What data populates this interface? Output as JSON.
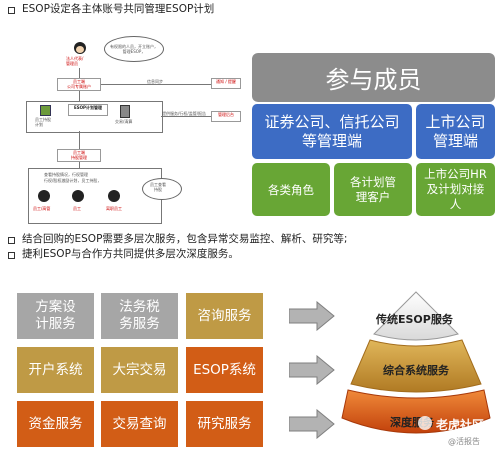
{
  "header": {
    "title": "ESOP设定各主体账号共同管理ESOP计划"
  },
  "flow": {
    "speech1": "有权限的人员，开立账户，管理ESOP，",
    "role_top": "法人代表/\n管理员",
    "box_company": "员工端\n公司专属账户",
    "box_mgmt": "ESOP计划管理",
    "box_service": "服务 / 后台管理",
    "label_sync": "信息同步",
    "label_notify": "通知 / 提醒",
    "label_admin": "管理后台",
    "box_plan": "ESOP计划\n管理端",
    "label_doc": "员工持股\n计划",
    "label_trade": "交易/清算",
    "box_service2": "提供服务/行权/监管/报告",
    "box_support": "管理系统",
    "box_esop": "员工端\n持股管理",
    "item_1": "查看持股情况，行权管理",
    "item_2": "行权/股权激励计划，员工持股，",
    "speech2": "员工查看\n持股",
    "p1": "员工/高管",
    "p2": "员工",
    "p3": "离职员工"
  },
  "participants": {
    "title": "参与成员",
    "left_header": "证券公司、信托公司等管理端",
    "right_header": "上市公司管理端",
    "left_sub1": "各类角色",
    "left_sub2": "各计划管理客户",
    "right_sub": "上市公司HR及计划对接人"
  },
  "bullets": [
    "结合回购的ESOP需要多层次服务，包含异常交易监控、解析、研究等;",
    "捷利ESOP与合作方共同提供多层次深度服务。"
  ],
  "services": {
    "row1": [
      "方案设计服务",
      "法务税务服务",
      "咨询服务"
    ],
    "row2": [
      "开户系统",
      "大宗交易",
      "ESOP系统"
    ],
    "row3": [
      "资金服务",
      "交易查询",
      "研究服务"
    ]
  },
  "pyramid": {
    "top": "传统ESOP服务",
    "middle": "综合系统服务",
    "bottom": "深度服务"
  },
  "watermark": {
    "text1": "老虎社区",
    "text2": "@活报告"
  },
  "colors": {
    "gray": "#a6a6a6",
    "tan": "#bf9a45",
    "orange": "#d25d16",
    "blue": "#3d6cc4",
    "green": "#68a635",
    "participants_gray": "#8c8c8c"
  }
}
